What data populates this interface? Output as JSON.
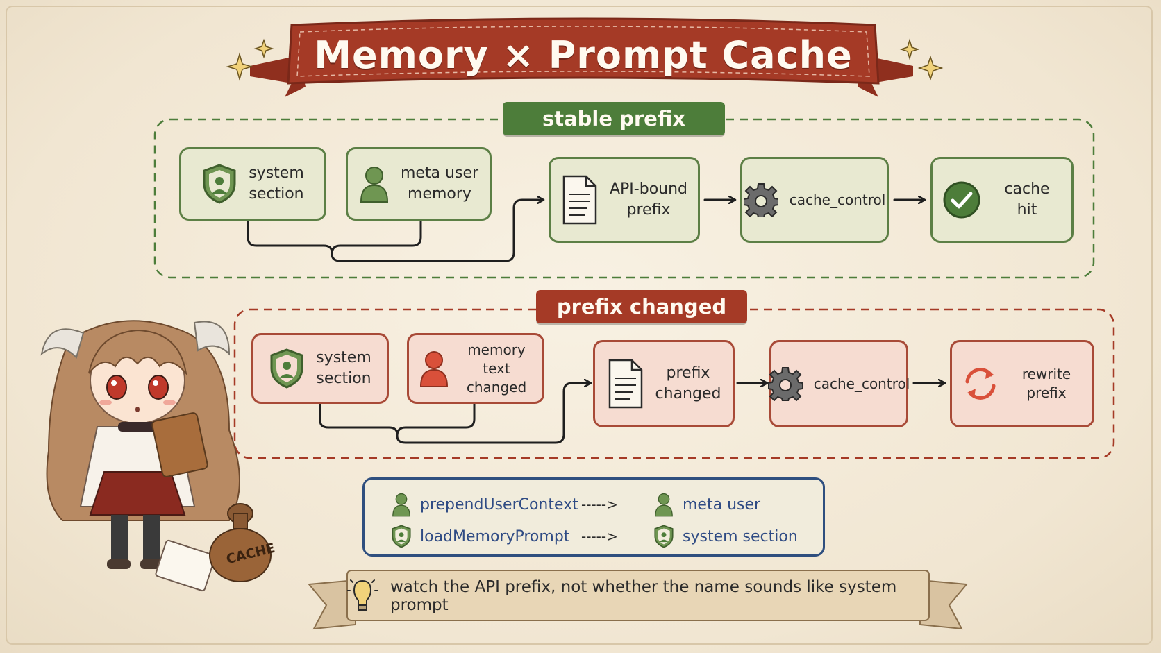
{
  "title": "Memory × Prompt Cache",
  "stable": {
    "label": "stable prefix",
    "nodes": {
      "system_section": "system\nsection",
      "meta_user_memory": "meta user\nmemory",
      "api_bound_prefix": "API-bound\nprefix",
      "cache_control": "cache_control",
      "cache_hit": "cache hit"
    }
  },
  "changed": {
    "label": "prefix changed",
    "nodes": {
      "system_section": "system\nsection",
      "memory_text_changed": "memory\ntext changed",
      "prefix_changed": "prefix\nchanged",
      "cache_control": "cache_control",
      "rewrite_prefix": "rewrite prefix"
    }
  },
  "legend": {
    "rows": [
      {
        "source": "prependUserContext",
        "arrow": "----->",
        "target": "meta user",
        "source_icon": "user-icon",
        "target_icon": "user-icon"
      },
      {
        "source": "loadMemoryPrompt",
        "arrow": "----->",
        "target": "system section",
        "source_icon": "shield-user-icon",
        "target_icon": "shield-user-icon"
      }
    ]
  },
  "tip": "watch the API prefix, not whether the name sounds like system prompt",
  "stamp_text": "CACHE",
  "colors": {
    "title_banner": "#a53a26",
    "stable_accent": "#4d7d3a",
    "changed_accent": "#a53a26",
    "legend_border": "#2f4f7f"
  }
}
